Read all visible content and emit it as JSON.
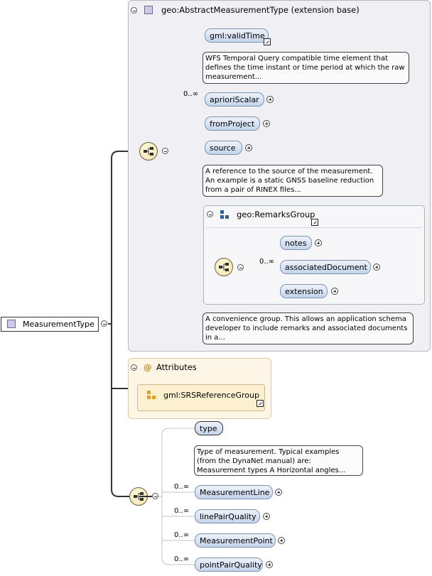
{
  "root": {
    "label": "MeasurementType"
  },
  "extension": {
    "header": "geo:AbstractMeasurementType (extension base)",
    "valid_time": {
      "label": "gml:validTime",
      "note": "WFS Temporal Query compatible time element that defines the time instant or time period at which the raw measurement..."
    },
    "apriori": {
      "label": "aprioriScalar",
      "occurrence": "0..∞"
    },
    "from_project": {
      "label": "fromProject"
    },
    "source": {
      "label": "source",
      "note": "A reference to the source of the measurement. An example is a static GNSS baseline reduction from a pair of RINEX files..."
    },
    "remarks_group": {
      "header": "geo:RemarksGroup",
      "notes": {
        "label": "notes"
      },
      "associated_document": {
        "label": "associatedDocument",
        "occurrence": "0..∞"
      },
      "extension": {
        "label": "extension"
      },
      "note": "A convenience group. This allows an application schema developer to include remarks and associated documents in a..."
    }
  },
  "attributes": {
    "header": "Attributes",
    "at_symbol": "@",
    "group": {
      "label": "gml:SRSReferenceGroup"
    }
  },
  "sequence": {
    "type": {
      "label": "type",
      "note": "Type of measurement. Typical examples (from the DynaNet manual) are: Measurement types A Horizontal angles..."
    },
    "measurement_line": {
      "label": "MeasurementLine",
      "occurrence": "0..∞"
    },
    "line_pair_quality": {
      "label": "linePairQuality",
      "occurrence": "0..∞"
    },
    "measurement_point": {
      "label": "MeasurementPoint",
      "occurrence": "0..∞"
    },
    "point_pair_quality": {
      "label": "pointPairQuality",
      "occurrence": "0..∞"
    }
  },
  "colors": {
    "extension_panel": "#f0eff4",
    "attributes_panel": "#fdf6e6",
    "node_fill": "#c4d4ea",
    "connector": "#333333"
  }
}
